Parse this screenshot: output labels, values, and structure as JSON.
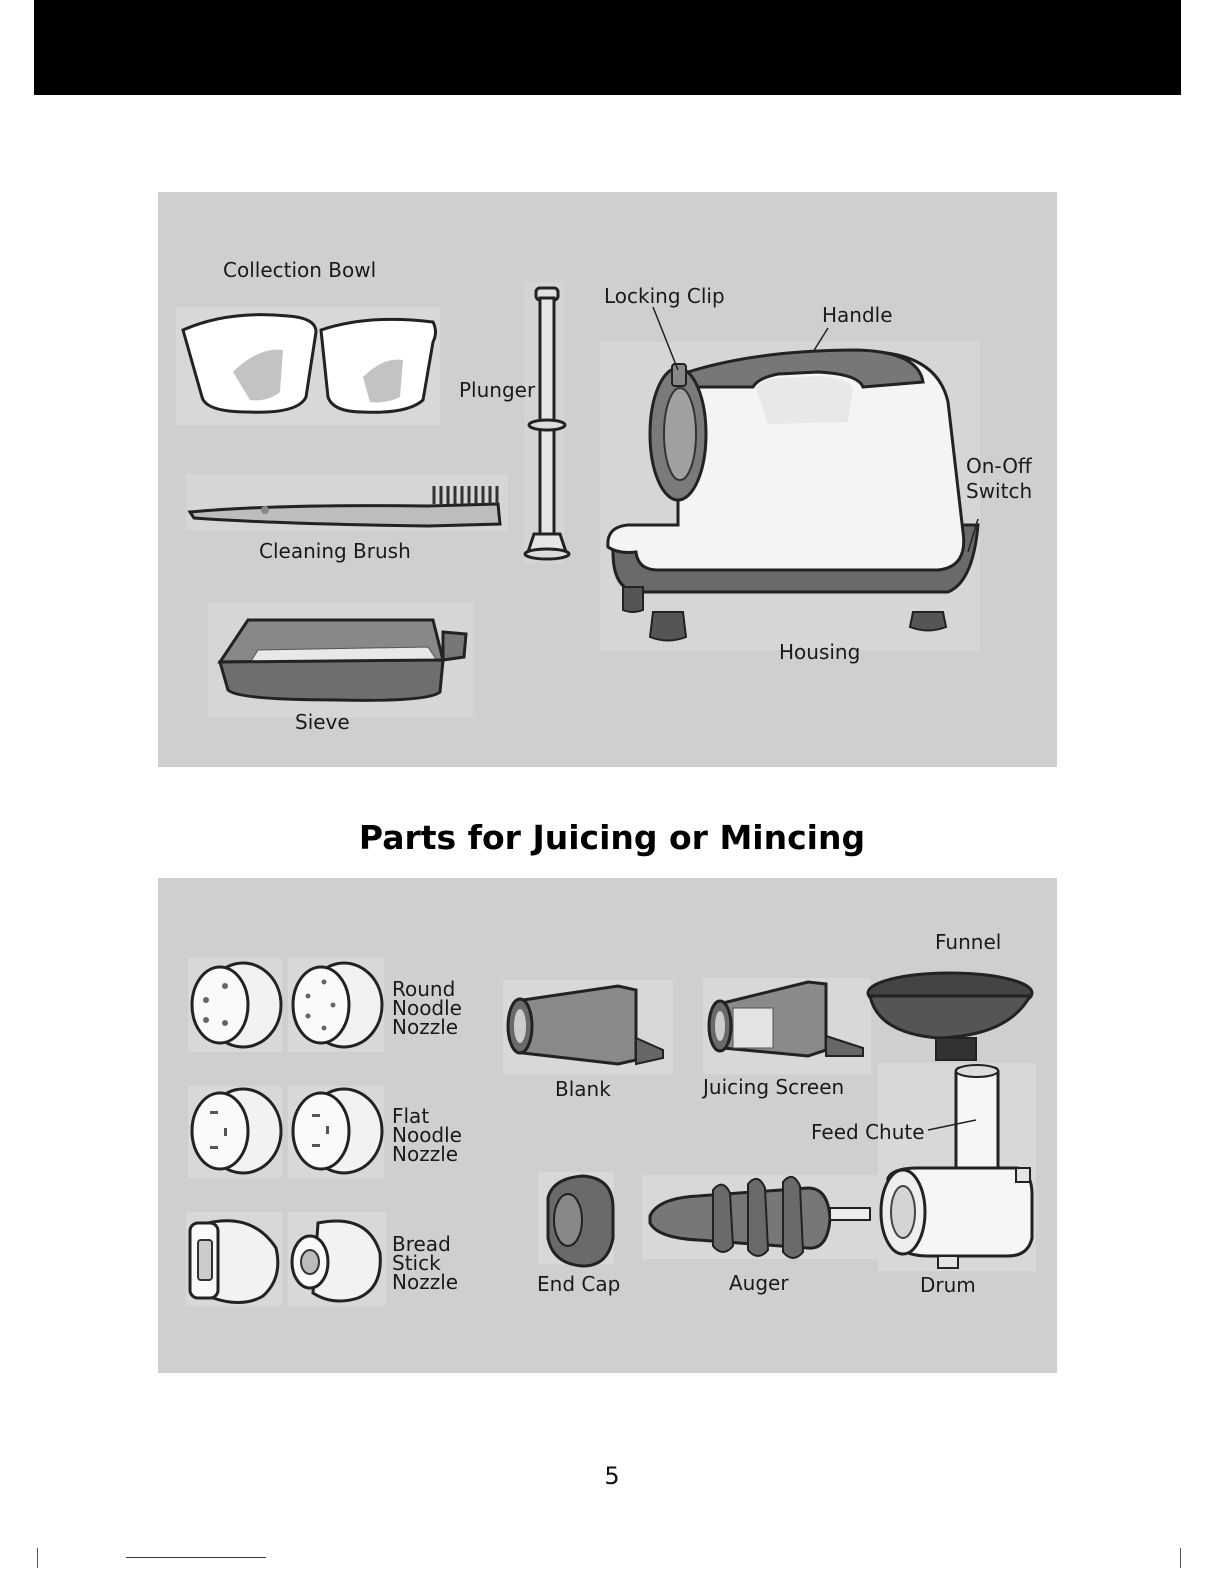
{
  "page": {
    "page_number": "5"
  },
  "section_heading": "Parts for Juicing or Mincing",
  "top_panel": {
    "labels": {
      "collection_bowl": "Collection Bowl",
      "plunger": "Plunger",
      "locking_clip": "Locking Clip",
      "handle": "Handle",
      "on_off_switch": "On-Off\nSwitch",
      "cleaning_brush": "Cleaning Brush",
      "housing": "Housing",
      "sieve": "Sieve"
    }
  },
  "bottom_panel": {
    "labels": {
      "round_noodle_nozzle": "Round\nNoodle\nNozzle",
      "flat_noodle_nozzle": "Flat\nNoodle\nNozzle",
      "bread_stick_nozzle": "Bread\nStick\nNozzle",
      "blank": "Blank",
      "juicing_screen": "Juicing Screen",
      "funnel": "Funnel",
      "feed_chute": "Feed Chute",
      "end_cap": "End Cap",
      "auger": "Auger",
      "drum": "Drum"
    }
  }
}
